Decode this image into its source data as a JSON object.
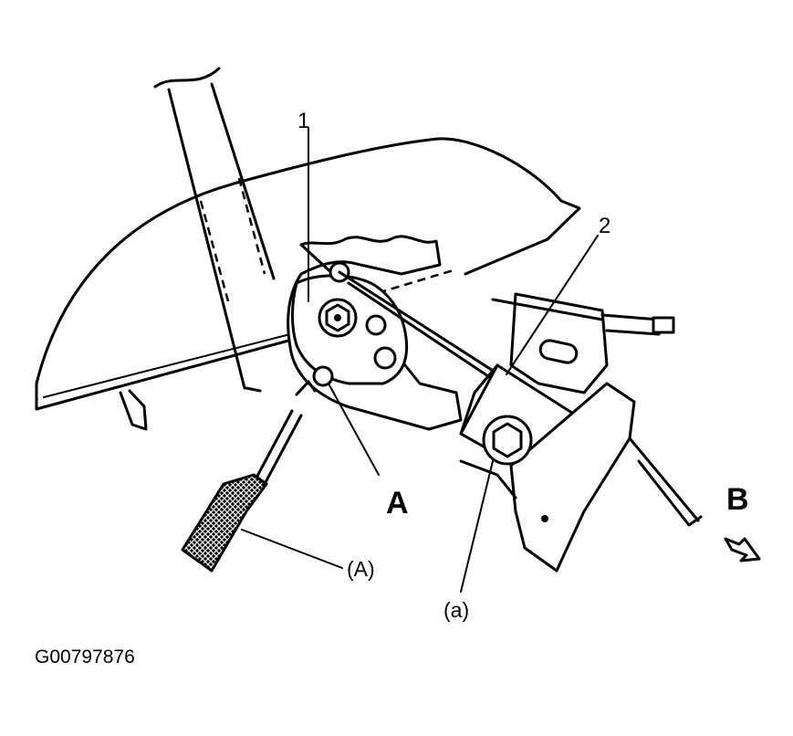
{
  "labels": {
    "part_1": "1",
    "part_2": "2",
    "view_a": "A",
    "view_b": "B",
    "tool_a": "(A)",
    "nut_a": "(a)"
  },
  "figure_id": "G00797876"
}
